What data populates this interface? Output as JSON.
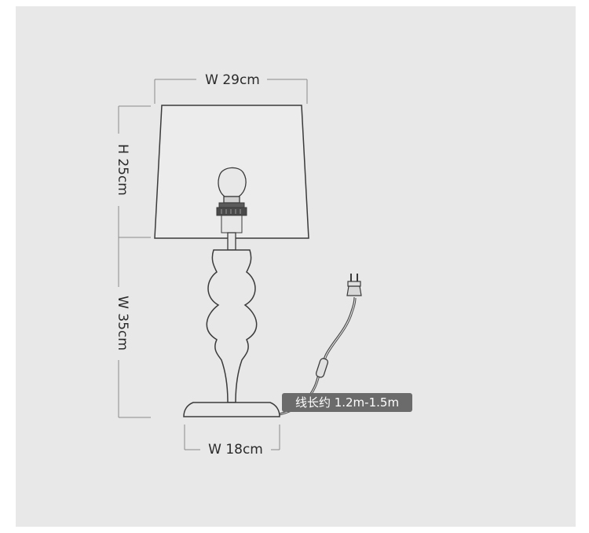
{
  "dimensions": {
    "shade_width": "W 29cm",
    "shade_height": "H 25cm",
    "body_height": "W 35cm",
    "base_width": "W 18cm"
  },
  "cord": {
    "label": "线长约 1.2m-1.5m"
  },
  "colors": {
    "background": "#e8e8e8",
    "line": "#3a3a3a",
    "dim_line": "#8a8a8a",
    "label_bg": "#6b6b6b",
    "label_text": "#ffffff"
  }
}
